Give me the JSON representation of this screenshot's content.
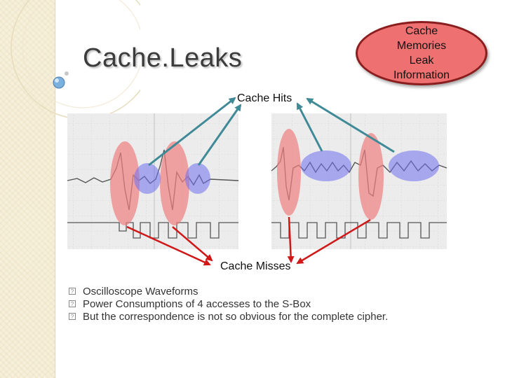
{
  "slide": {
    "title": "Cache.Leaks",
    "badge_lines": [
      "Cache",
      "Memories",
      "Leak",
      "Information"
    ],
    "label_hits": "Cache Hits",
    "label_misses": "Cache Misses",
    "bullets": [
      "Oscilloscope Waveforms",
      "Power Consumptions of 4 accesses to the S-Box",
      "But the correspondence is not so obvious for the complete cipher."
    ]
  },
  "colors": {
    "miss_highlight": "#f08080",
    "hit_highlight": "#6f6ff0",
    "hits_arrow": "#3f8a96",
    "misses_arrow": "#d01818",
    "badge_fill": "#ee7070"
  }
}
